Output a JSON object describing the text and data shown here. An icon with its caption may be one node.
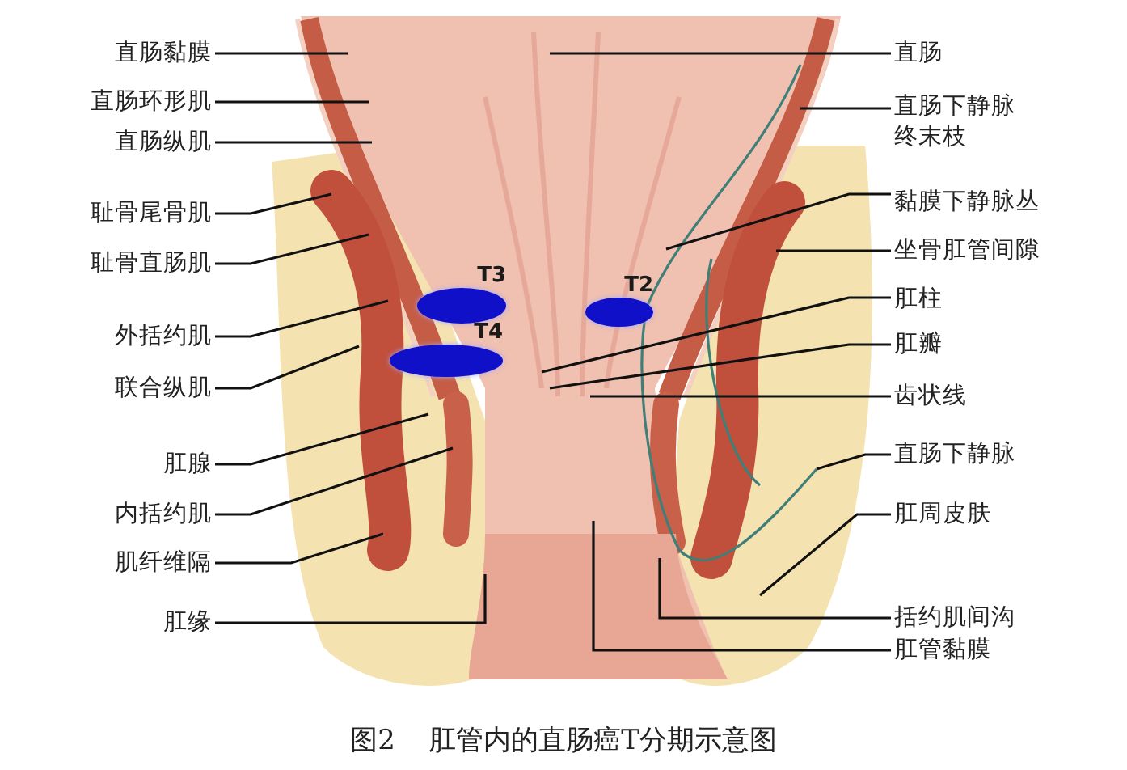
{
  "diagram": {
    "caption": "图2 肛管内的直肠癌T分期示意图",
    "nodes": [
      {
        "text": [
          "直肠黏膜"
        ]
      },
      {
        "text": [
          "直肠环形肌"
        ]
      },
      {
        "text": [
          "直肠纵肌"
        ]
      },
      {
        "text": [
          "耻骨尾骨肌"
        ]
      },
      {
        "text": [
          "耻骨直肠肌"
        ]
      },
      {
        "text": [
          "外括约肌"
        ]
      },
      {
        "text": [
          "联合纵肌"
        ]
      },
      {
        "text": [
          "肛腺"
        ]
      },
      {
        "text": [
          "内括约肌"
        ]
      },
      {
        "text": [
          "肌纤维隔"
        ]
      },
      {
        "text": [
          "肛缘"
        ]
      },
      {
        "text": [
          "直肠"
        ]
      },
      {
        "text": [
          "直肠下静脉终末枝"
        ]
      },
      {
        "text": [
          "黏膜下静脉丛"
        ]
      },
      {
        "text": [
          "坐骨肛管间隙"
        ]
      },
      {
        "text": [
          "肛柱"
        ]
      },
      {
        "text": [
          "肛瓣"
        ]
      },
      {
        "text": [
          "齿状线"
        ]
      },
      {
        "text": [
          "直肠下静脉"
        ]
      },
      {
        "text": [
          "肛周皮肤"
        ]
      },
      {
        "text": [
          "括约肌间沟"
        ]
      },
      {
        "text": [
          "肛管黏膜"
        ]
      },
      {
        "text": [
          "T3"
        ]
      },
      {
        "text": [
          "T2"
        ]
      },
      {
        "text": [
          "T4"
        ]
      }
    ],
    "edges": [
      {
        "from": 0,
        "to": null,
        "arrow": "none"
      },
      {
        "from": 1,
        "to": null,
        "arrow": "none"
      },
      {
        "from": 2,
        "to": null,
        "arrow": "none"
      },
      {
        "from": 3,
        "to": null,
        "arrow": "none"
      },
      {
        "from": 4,
        "to": null,
        "arrow": "none"
      },
      {
        "from": 5,
        "to": null,
        "arrow": "none"
      },
      {
        "from": 6,
        "to": null,
        "arrow": "none"
      },
      {
        "from": 7,
        "to": null,
        "arrow": "none"
      },
      {
        "from": 8,
        "to": null,
        "arrow": "none"
      },
      {
        "from": 9,
        "to": null,
        "arrow": "none"
      },
      {
        "from": 10,
        "to": null,
        "arrow": "none"
      },
      {
        "from": 11,
        "to": null,
        "arrow": "none"
      },
      {
        "from": 12,
        "to": null,
        "arrow": "none"
      },
      {
        "from": 13,
        "to": null,
        "arrow": "none"
      },
      {
        "from": 14,
        "to": null,
        "arrow": "none"
      },
      {
        "from": 15,
        "to": null,
        "arrow": "none"
      },
      {
        "from": 16,
        "to": null,
        "arrow": "none"
      },
      {
        "from": 17,
        "to": null,
        "arrow": "none"
      },
      {
        "from": 18,
        "to": null,
        "arrow": "none"
      },
      {
        "from": 19,
        "to": null,
        "arrow": "none"
      },
      {
        "from": 20,
        "to": null,
        "arrow": "none"
      },
      {
        "from": 21,
        "to": null,
        "arrow": "none"
      }
    ]
  }
}
